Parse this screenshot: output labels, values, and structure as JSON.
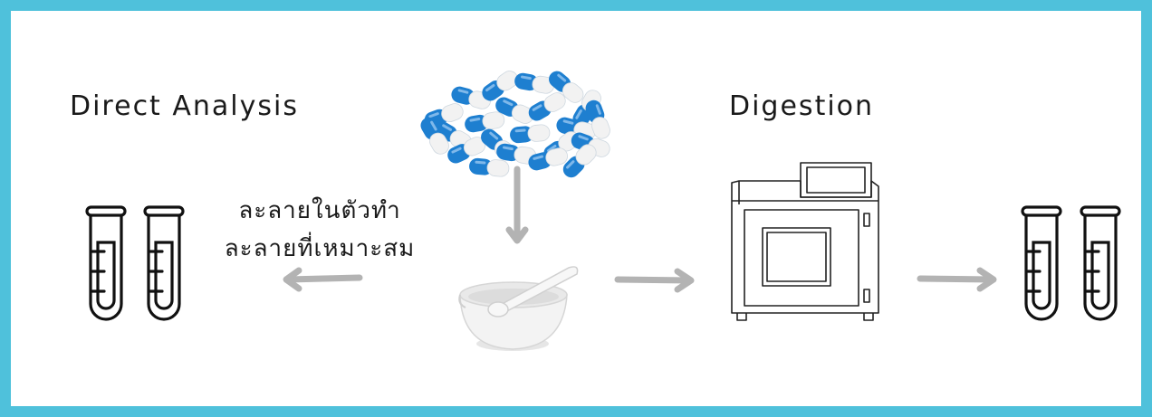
{
  "diagram": {
    "direct_analysis_label": "Direct Analysis",
    "digestion_label": "Digestion",
    "solvent_text_line1": "ละลายในตัวทำ",
    "solvent_text_line2": "ละลายที่เหมาะสม",
    "nodes": {
      "capsules": "capsules-image",
      "mortar": "mortar-and-pestle-image",
      "digester": "microwave-digestion-system",
      "direct_tubes": "test-tubes-icon",
      "digested_tubes": "test-tubes-icon"
    },
    "colors": {
      "frame": "#4fc1db",
      "arrow": "#b3b3b3",
      "capsule_blue": "#1e7fd0",
      "capsule_white": "#f2f2f2",
      "outline": "#111111"
    }
  }
}
